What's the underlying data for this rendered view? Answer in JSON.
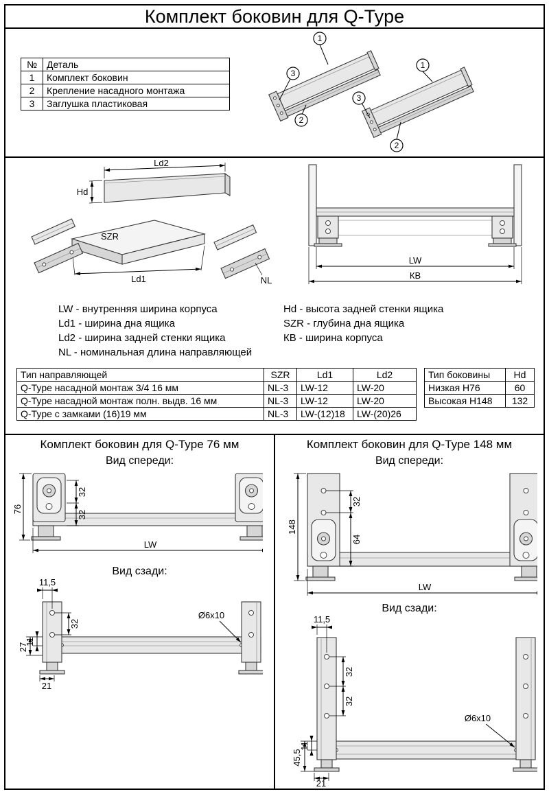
{
  "title": "Комплект боковин для Q-Type",
  "parts_table": {
    "headers": {
      "num": "№",
      "part": "Деталь"
    },
    "rows": [
      {
        "num": "1",
        "name": "Комплект боковин"
      },
      {
        "num": "2",
        "name": "Крепление насадного монтажа"
      },
      {
        "num": "3",
        "name": "Заглушка пластиковая"
      }
    ]
  },
  "iso": {
    "c1": "1",
    "c2": "2",
    "c3": "3"
  },
  "exploded": {
    "ld2": "Ld2",
    "hd": "Hd",
    "szr": "SZR",
    "ld1": "Ld1",
    "nl": "NL"
  },
  "cabinet": {
    "lw": "LW",
    "kb": "КВ"
  },
  "legend_left": [
    "LW - внутренняя ширина корпуса",
    "Ld1 - ширина дна ящика",
    "Ld2 - ширина задней стенки ящика",
    "NL - номинальная длина направляющей"
  ],
  "legend_right": [
    "Hd - высота задней стенки ящика",
    "SZR - глубина дна ящика",
    "КВ - ширина корпуса"
  ],
  "rails_table": {
    "headers": [
      "Тип направляющей",
      "SZR",
      "Ld1",
      "Ld2"
    ],
    "rows": [
      [
        "Q-Type насадной монтаж 3/4 16 мм",
        "NL-3",
        "LW-12",
        "LW-20"
      ],
      [
        "Q-Type насадной монтаж полн. выдв. 16 мм",
        "NL-3",
        "LW-12",
        "LW-20"
      ],
      [
        "Q-Type с замками (16)19 мм",
        "NL-3",
        "LW-(12)18",
        "LW-(20)26"
      ]
    ]
  },
  "sides_table": {
    "headers": [
      "Тип боковины",
      "Hd"
    ],
    "rows": [
      [
        "Низкая H76",
        "60"
      ],
      [
        "Высокая H148",
        "132"
      ]
    ]
  },
  "s76": {
    "title": "Комплект боковин для Q-Type 76 мм",
    "front_label": "Вид спереди:",
    "rear_label": "Вид сзади:",
    "front": {
      "h": "76",
      "d32a": "32",
      "d32b": "32",
      "lw": "LW"
    },
    "rear": {
      "d115": "11,5",
      "d32": "32",
      "d11": "11",
      "d27": "27",
      "d21": "21",
      "hole": "Ø6x10"
    }
  },
  "s148": {
    "title": "Комплект боковин для Q-Type 148 мм",
    "front_label": "Вид спереди:",
    "rear_label": "Вид сзади:",
    "front": {
      "h": "148",
      "d32": "32",
      "d64": "64",
      "lw": "LW"
    },
    "rear": {
      "d115": "11,5",
      "d32a": "32",
      "d32b": "32",
      "d11": "11",
      "d455": "45,5",
      "d21": "21",
      "hole": "Ø6x10"
    }
  }
}
